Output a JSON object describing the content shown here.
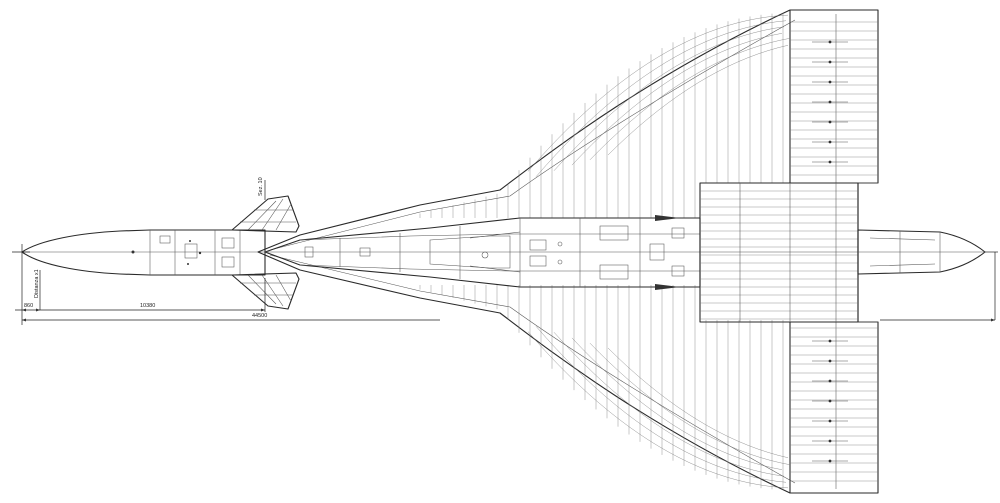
{
  "dimensions": {
    "d1": "860",
    "d2": "10380",
    "d3": "44500"
  },
  "labels": {
    "station_left": "Distanza x1",
    "station_canard": "Sez. 10"
  }
}
